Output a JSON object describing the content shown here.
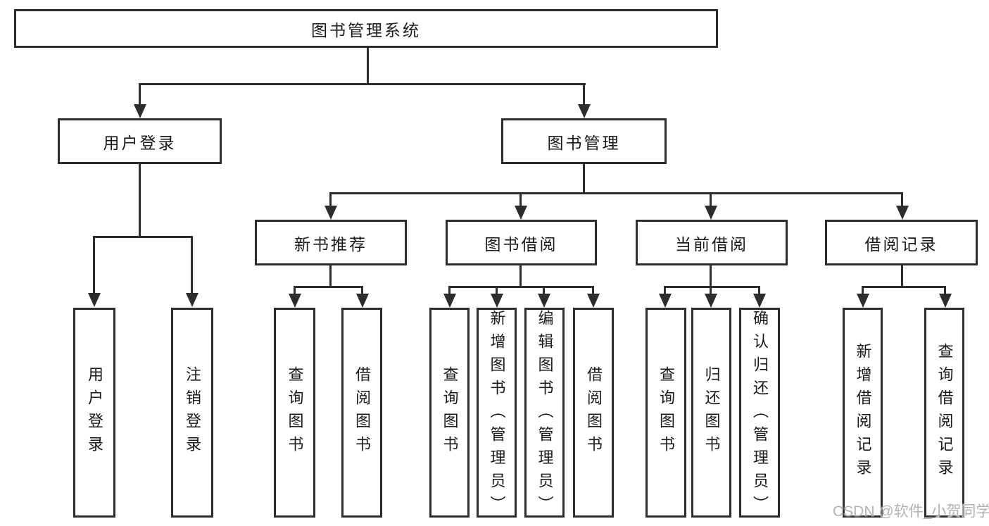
{
  "title": "图书管理系统",
  "watermark": "CSDN @软件_小贺同学",
  "colors": {
    "line": "#2d2d2d",
    "text": "#1a1a1a",
    "background": "#ffffff",
    "watermark": "#b2b2b2"
  },
  "tree": {
    "root": "图书管理系统",
    "branches": [
      {
        "label": "用户登录",
        "children": [
          "用户登录",
          "注销登录"
        ]
      },
      {
        "label": "图书管理",
        "sections": [
          {
            "label": "新书推荐",
            "children": [
              "查询图书",
              "借阅图书"
            ]
          },
          {
            "label": "图书借阅",
            "children": [
              "查询图书",
              "新增图书（管理员）",
              "编辑图书（管理员）",
              "借阅图书"
            ]
          },
          {
            "label": "当前借阅",
            "children": [
              "查询图书",
              "归还图书",
              "确认归还（管理员）"
            ]
          },
          {
            "label": "借阅记录",
            "children": [
              "新增借阅记录",
              "查询借阅记录"
            ]
          }
        ]
      }
    ]
  }
}
